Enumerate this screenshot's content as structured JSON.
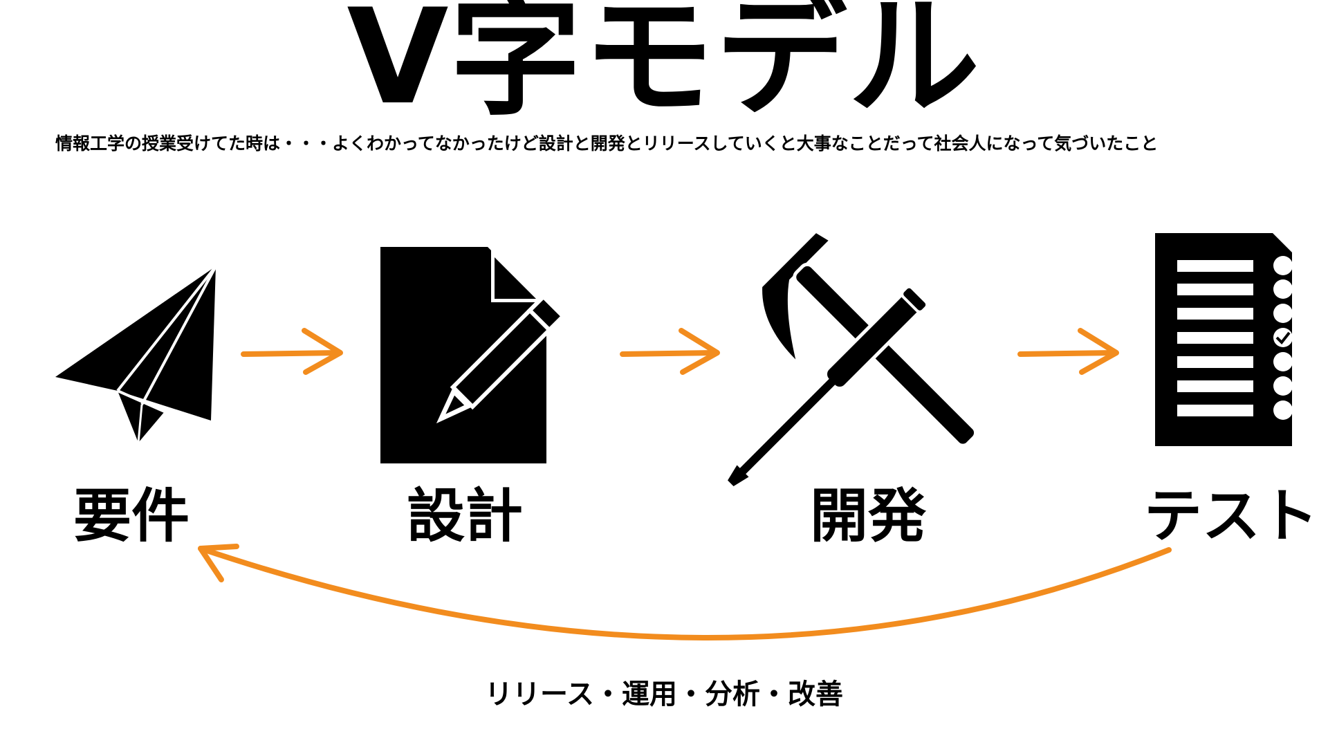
{
  "title": "V字モデル",
  "subtitle": "情報工学の授業受けてた時は・・・よくわかってなかったけど設計と開発とリリースしていくと大事なことだって社会人になって気づいたこと",
  "stages": [
    {
      "label": "要件",
      "icon": "paper-plane-icon"
    },
    {
      "label": "設計",
      "icon": "document-pencil-icon"
    },
    {
      "label": "開発",
      "icon": "hammer-screwdriver-icon"
    },
    {
      "label": "テスト",
      "icon": "checklist-icon"
    }
  ],
  "loop_label": "リリース・運用・分析・改善",
  "colors": {
    "accent": "#F28C1E",
    "icon": "#000000",
    "background": "#FFFFFF"
  }
}
